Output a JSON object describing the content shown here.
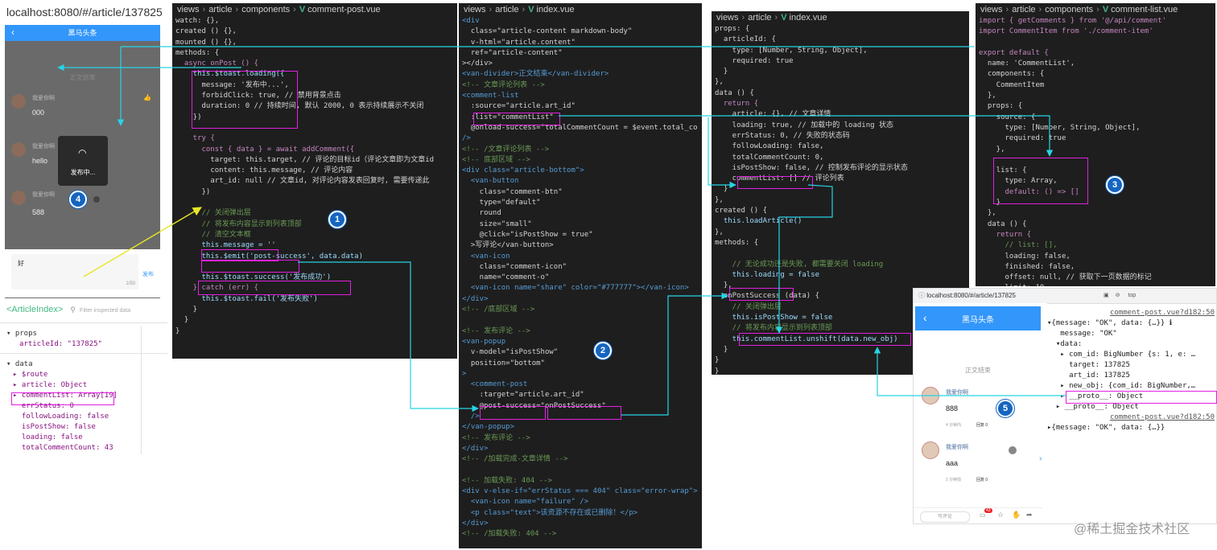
{
  "browser": {
    "url": "localhost:8080/#/article/137825"
  },
  "phone": {
    "nav_title": "黑马头条",
    "article_end": "正文结束",
    "toast": "发布中...",
    "comments": [
      {
        "user": "我爱你啊",
        "text": "000",
        "meta": ""
      },
      {
        "user": "我爱你啊",
        "text": "hello",
        "meta": ""
      },
      {
        "user": "我爱你啊",
        "text": "588",
        "meta": ""
      }
    ],
    "input_value": "好",
    "counter": "1/50",
    "send_label": "发布"
  },
  "devtools": {
    "component_name": "<ArticleIndex>",
    "filter_placeholder": "Filter inspected data",
    "props_header": "props",
    "prop_article_id": "articleId: \"137825\"",
    "data_header": "data",
    "data_rows": [
      "▸ $route",
      "▸ article: Object",
      "▸ commentList: Array[19]",
      "  errStatus: 0",
      "  followLoading: false",
      "  isPostShow: false",
      "  loading: false",
      "  totalCommentCount: 43"
    ]
  },
  "editors": [
    {
      "breadcrumb": [
        "views",
        "article",
        "components"
      ],
      "file": "comment-post.vue",
      "lines": [
        "watch: {},",
        "created () {},",
        "mounted () {},",
        "methods: {",
        "  async onPost () {",
        "    this.$toast.loading({",
        "      message: '发布中...',",
        "      forbidClick: true, // 禁用背景点击",
        "      duration: 0 // 持续时间, 默认 2000, 0 表示持续展示不关闭",
        "    })",
        "",
        "    try {",
        "      const { data } = await addComment({",
        "        target: this.target, // 评论的目标id（评论文章即为文章id",
        "        content: this.message, // 评论内容",
        "        art_id: null // 文章id, 对评论内容发表回复时, 需要传递此",
        "      })",
        "",
        "      // 关闭弹出层",
        "      // 将发布内容显示到列表顶部",
        "      // 清空文本框",
        "      this.message = ''",
        "      this.$emit('post-success', data.data)",
        "",
        "      this.$toast.success('发布成功')",
        "    } catch (err) {",
        "      this.$toast.fail('发布失败')",
        "    }",
        "  }",
        "}"
      ]
    },
    {
      "breadcrumb": [
        "views",
        "article"
      ],
      "file": "index.vue",
      "lines": [
        "<div",
        "  class=\"article-content markdown-body\"",
        "  v-html=\"article.content\"",
        "  ref=\"article-content\"",
        "></div>",
        "<van-divider>正文结束</van-divider>",
        "<!-- 文章评论列表 -->",
        "<comment-list",
        "  :source=\"article.art_id\"",
        "  :list=\"commentList\"",
        "  @onload-success=\"totalCommentCount = $event.total_co",
        "/>",
        "<!-- /文章评论列表 -->",
        "<!-- 底部区域 -->",
        "<div class=\"article-bottom\">",
        "  <van-button",
        "    class=\"comment-btn\"",
        "    type=\"default\"",
        "    round",
        "    size=\"small\"",
        "    @click=\"isPostShow = true\"",
        "  >写评论</van-button>",
        "  <van-icon",
        "    class=\"comment-icon\"",
        "    name=\"comment-o\"",
        "  <van-icon name=\"share\" color=\"#777777\"></van-icon>",
        "</div>",
        "<!-- /底部区域 -->",
        "",
        "<!-- 发布评论 -->",
        "<van-popup",
        "  v-model=\"isPostShow\"",
        "  position=\"bottom\"",
        ">",
        "  <comment-post",
        "    :target=\"article.art_id\"",
        "    @post-success=\"onPostSuccess\"",
        "  />",
        "</van-popup>",
        "<!-- 发布评论 -->",
        "</div>",
        "<!-- /加载完成-文章详情 -->",
        "",
        "<!-- 加载失败: 404 -->",
        "<div v-else-if=\"errStatus === 404\" class=\"error-wrap\">",
        "  <van-icon name=\"failure\" />",
        "  <p class=\"text\">该资源不存在或已删除！</p>",
        "</div>",
        "<!-- /加载失败: 404 -->"
      ]
    },
    {
      "breadcrumb": [
        "views",
        "article"
      ],
      "file": "index.vue",
      "lines": [
        "props: {",
        "  articleId: {",
        "    type: [Number, String, Object],",
        "    required: true",
        "  }",
        "},",
        "data () {",
        "  return {",
        "    article: {}, // 文章详情",
        "    loading: true, // 加载中的 loading 状态",
        "    errStatus: 0, // 失败的状态码",
        "    followLoading: false,",
        "    totalCommentCount: 0,",
        "    isPostShow: false, // 控制发布评论的显示状态",
        "    commentList: [] // 评论列表",
        "  }",
        "},",
        "created () {",
        "  this.loadArticle()",
        "},",
        "methods: {",
        "",
        "    // 无论成功还是失败, 都需要关闭 loading",
        "    this.loading = false",
        "  },",
        "  onPostSuccess (data) {",
        "    // 关闭弹出层",
        "    this.isPostShow = false",
        "    // 将发布内容显示到列表顶部",
        "    this.commentList.unshift(data.new_obj)",
        "  }",
        "}",
        "}"
      ]
    },
    {
      "breadcrumb": [
        "views",
        "article",
        "components"
      ],
      "file": "comment-list.vue",
      "lines": [
        "import { getComments } from '@/api/comment'",
        "import CommentItem from './comment-item'",
        "",
        "export default {",
        "  name: 'CommentList',",
        "  components: {",
        "    CommentItem",
        "  },",
        "  props: {",
        "    source: {",
        "      type: [Number, String, Object],",
        "      required: true",
        "    },",
        "",
        "    list: {",
        "      type: Array,",
        "      default: () => []",
        "    }",
        "  },",
        "  data () {",
        "    return {",
        "      // list: [],",
        "      loading: false,",
        "      finished: false,",
        "      offset: null, // 获取下一页数据的标记",
        "      limit: 10,"
      ]
    }
  ],
  "phone2": {
    "url": "localhost:8080/#/article/137825",
    "dev_tab": "top",
    "nav_title": "黑马头条",
    "article_end": "正文结束",
    "comments": [
      {
        "user": "我爱你啊",
        "text": "888",
        "time": "4 分钟内",
        "reply": "回复 0"
      },
      {
        "user": "我爱你啊",
        "text": "aaa",
        "time": "2 分钟前",
        "reply": "回复 0"
      }
    ],
    "write_comment": "写评论",
    "comment_count": "43"
  },
  "console": {
    "lines": [
      "comment-post.vue?d182:50",
      "▾{message: \"OK\", data: {…}} ℹ",
      "   message: \"OK\"",
      "  ▾data:",
      "   ▸ com_id: BigNumber {s: 1, e: …",
      "     target: 137825",
      "     art_id: 137825",
      "   ▸ new_obj: {com_id: BigNumber,…",
      "   ▸ __proto__: Object",
      "  ▸ __proto__: Object",
      "comment-post.vue?d182:50",
      "▸{message: \"OK\", data: {…}}"
    ]
  },
  "badges": [
    "1",
    "2",
    "3",
    "4",
    "5"
  ],
  "watermark": "@稀土掘金技术社区"
}
